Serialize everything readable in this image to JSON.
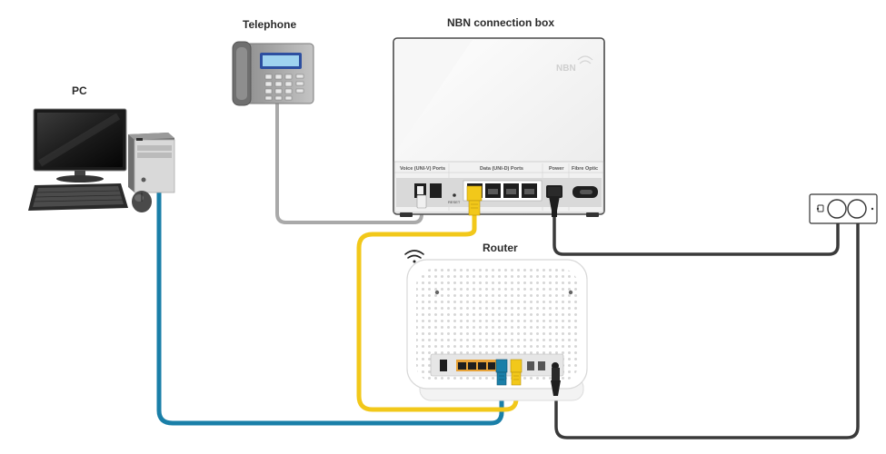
{
  "labels": {
    "pc": "PC",
    "telephone": "Telephone",
    "nbn_box": "NBN connection box",
    "router": "Router"
  },
  "nbn_box": {
    "brand": "NBN",
    "ports": {
      "voice": "Voice (UNI-V) Ports",
      "data": "Data (UNI-D) Ports",
      "power": "Power",
      "fibre": "Fibre Optic",
      "reset": "RESET"
    }
  },
  "colors": {
    "blue_cable": "#1a7fa8",
    "yellow_cable": "#f2c81a",
    "grey_cable": "#a9a9a9",
    "black_cable": "#3a3a3a"
  },
  "icons": {
    "wifi": "wifi-icon",
    "power_outlet": "power-outlet-icon"
  }
}
